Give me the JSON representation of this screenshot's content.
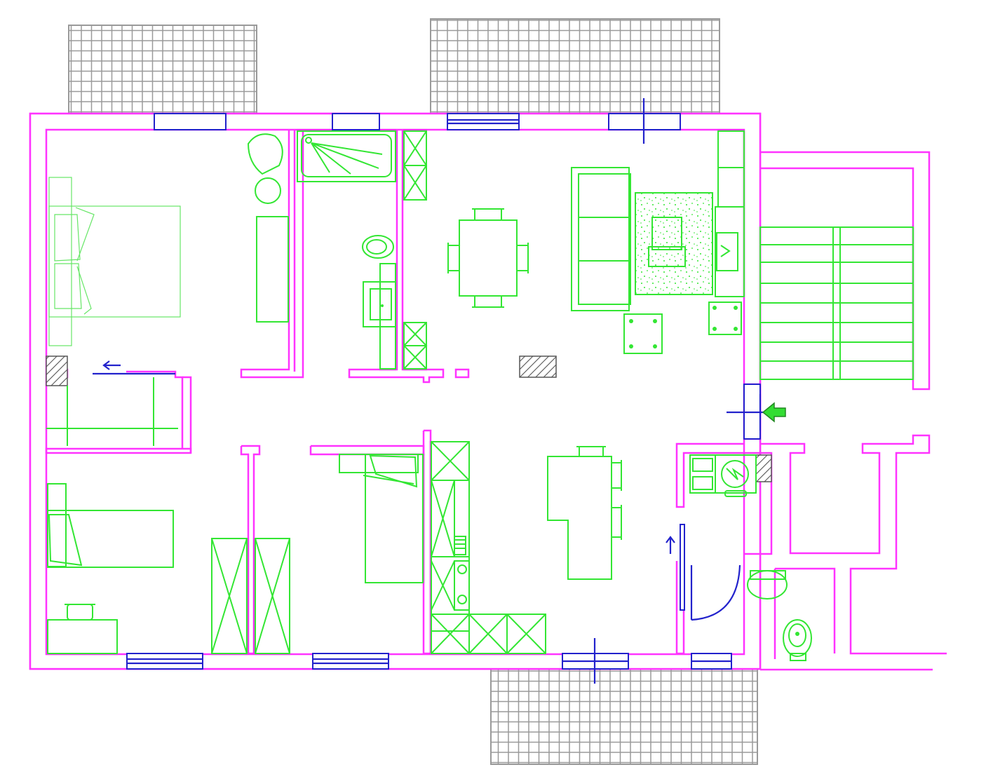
{
  "colors": {
    "wall": "#ff33ff",
    "furniture": "#33e633",
    "opening": "#2222cc",
    "terrace_grid": "#9a9a9a",
    "column": "#555555",
    "background": "#ffffff"
  },
  "symbols": {
    "entrance": "entrance-arrow-icon",
    "sliding_door": "arrow-left-icon",
    "bathroom_door": "arrow-up-icon"
  },
  "drawing": {
    "type": "floor-plan",
    "rooms": [
      "bedroom",
      "bathroom",
      "living-dining",
      "bedroom-2",
      "bedroom-3",
      "kitchen",
      "utility",
      "wc",
      "stairwell"
    ]
  }
}
